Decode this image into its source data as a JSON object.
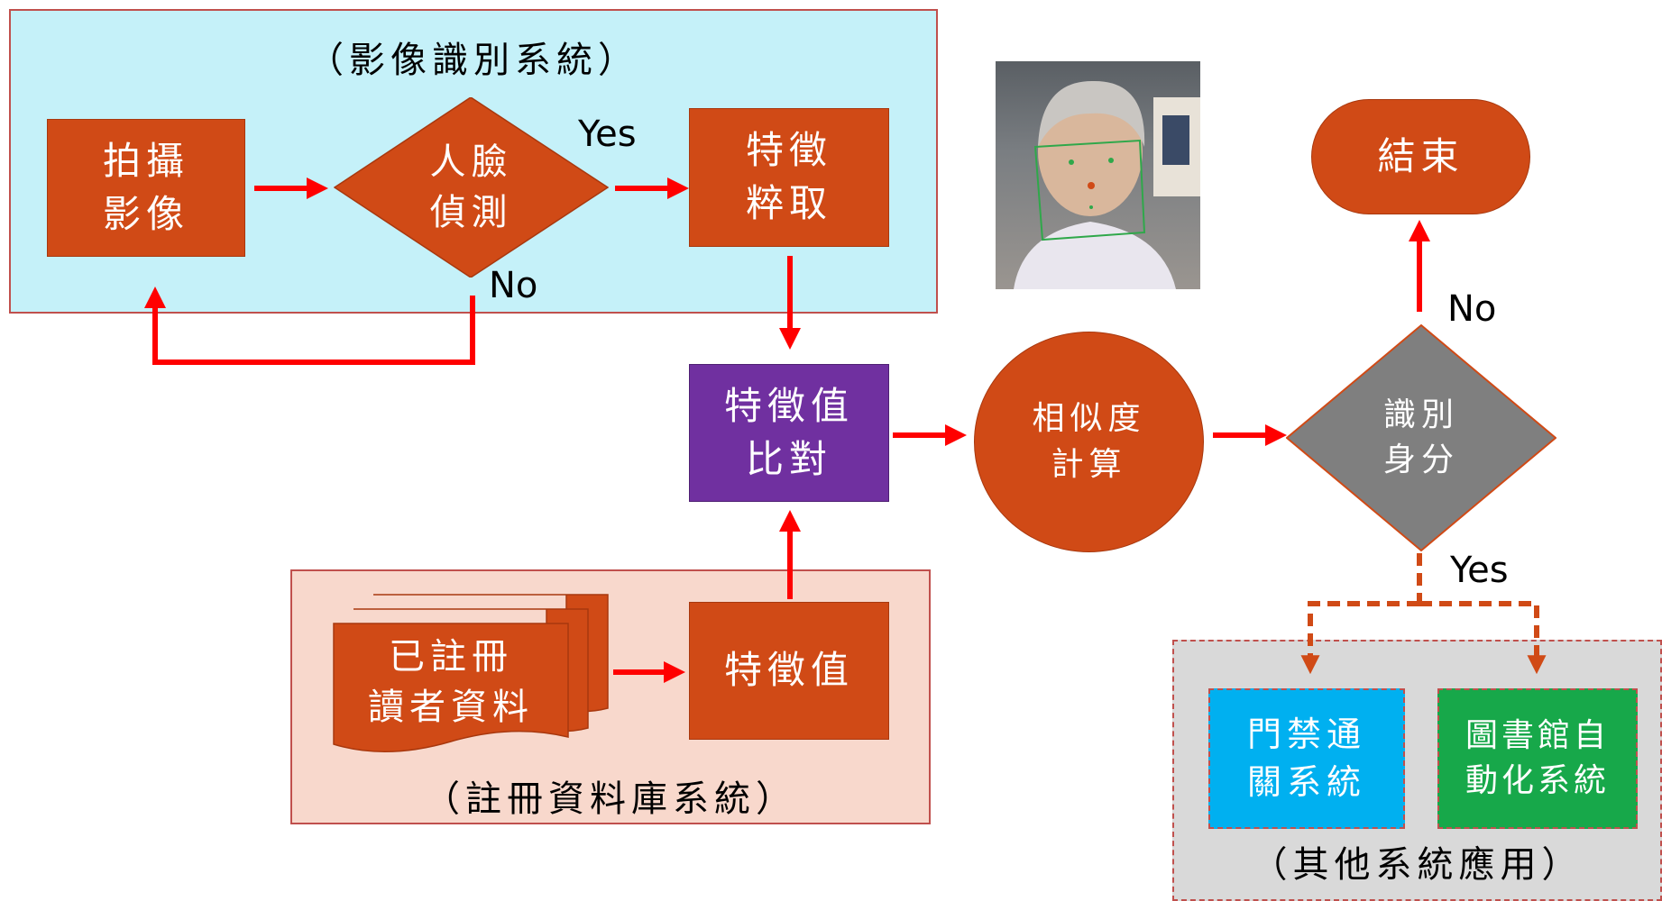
{
  "panels": {
    "image_recognition": {
      "title": "（影像識別系統）",
      "color": "#c5f1f9"
    },
    "registration_db": {
      "title": "（註冊資料庫系統）",
      "color": "#f8d8cc"
    },
    "other_apps": {
      "title": "（其他系統應用）",
      "color": "#d9d9d9"
    }
  },
  "nodes": {
    "capture": "拍攝\n影像",
    "face_detect": "人臉\n偵測",
    "feature_extract": "特徵\n粹取",
    "feature_compare": "特徵值\n比對",
    "registered_data": "已註冊\n讀者資料",
    "feature_value": "特徵值",
    "similarity": "相似度\n計算",
    "identify": "識別\n身分",
    "end": "結束",
    "access_control": "門禁通\n關系統",
    "library_auto": "圖書館自\n動化系統"
  },
  "flags": {
    "face_yes": "Yes",
    "face_no": "No",
    "identify_no": "No",
    "identify_yes": "Yes"
  },
  "colors": {
    "process": "#d04a16",
    "compare": "#7030a0",
    "decision_grey": "#7f7f7f",
    "arrow_red": "#ff0000",
    "arrow_dashed": "#d04a16",
    "access": "#00b0f0",
    "library": "#17a84a"
  }
}
